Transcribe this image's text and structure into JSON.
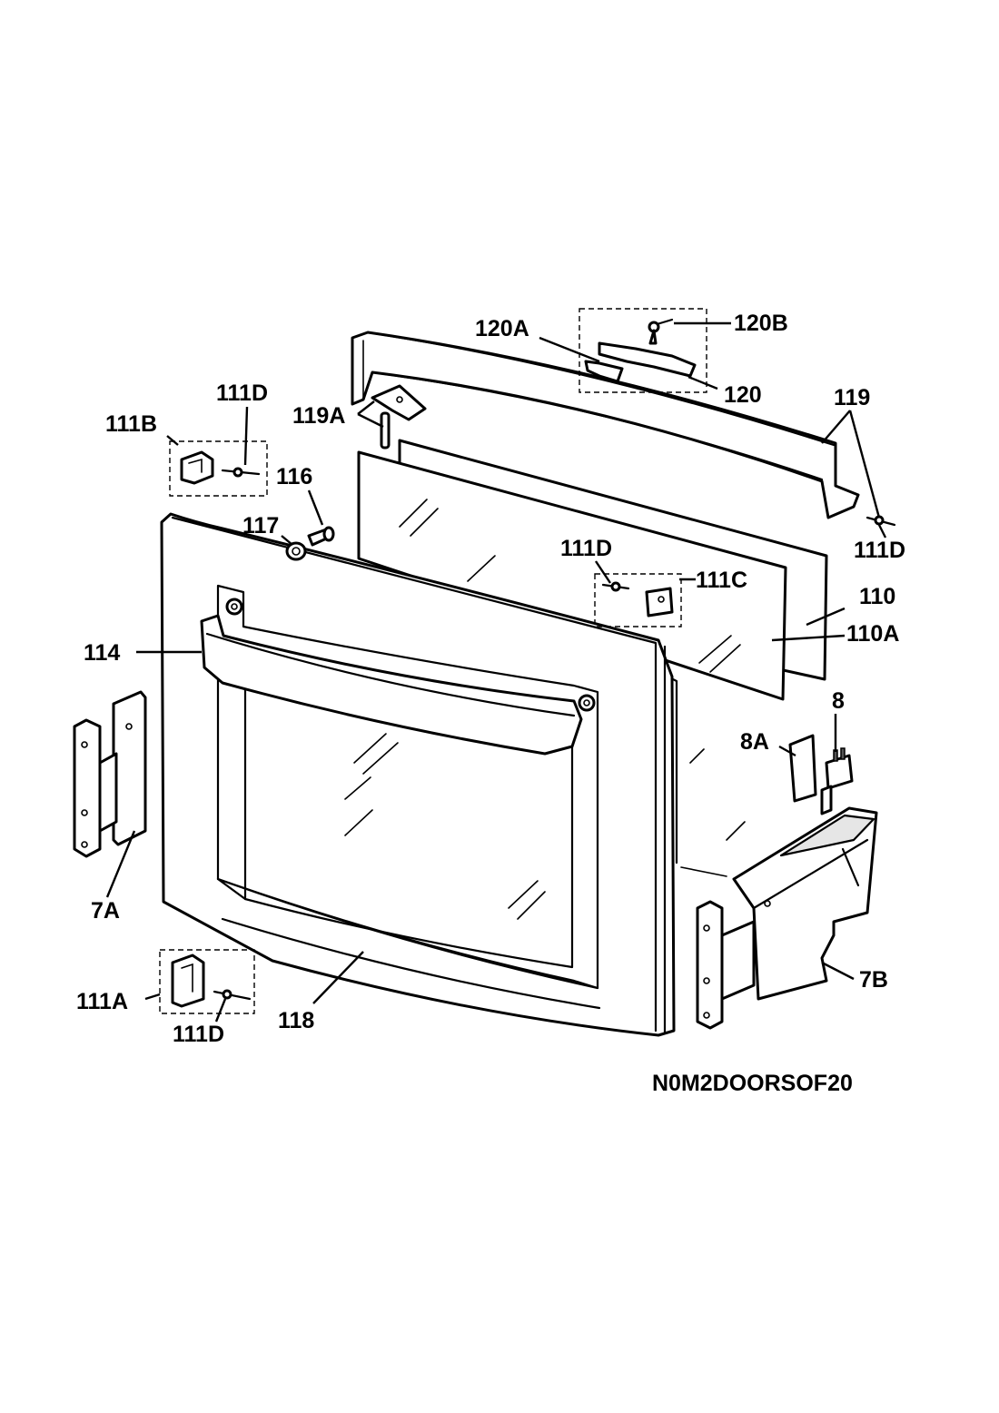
{
  "labels": {
    "l_120A": "120A",
    "l_120B": "120B",
    "l_120": "120",
    "l_119": "119",
    "l_119A": "119A",
    "l_111D_a": "111D",
    "l_111B": "111B",
    "l_116": "116",
    "l_117": "117",
    "l_111D_b": "111D",
    "l_111C": "111C",
    "l_111D_c": "111D",
    "l_110": "110",
    "l_110A": "110A",
    "l_114": "114",
    "l_8": "8",
    "l_8A": "8A",
    "l_7A": "7A",
    "l_7B": "7B",
    "l_111A": "111A",
    "l_111D_d": "111D",
    "l_118": "118"
  },
  "diagram_code": "N0M2DOORSOF20"
}
